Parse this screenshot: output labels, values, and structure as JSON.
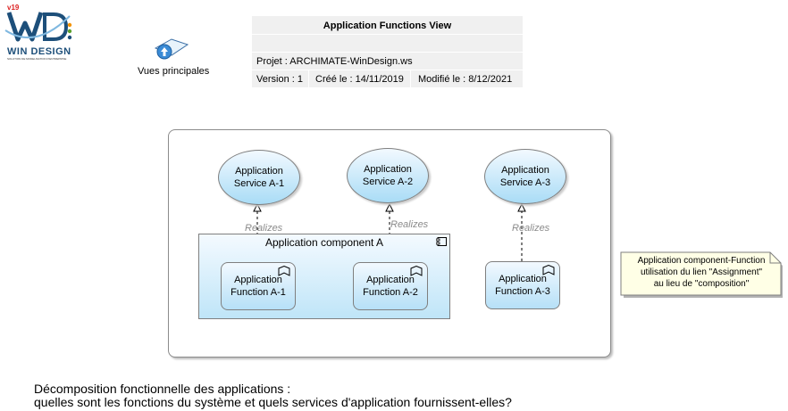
{
  "logo": {
    "version": "v19",
    "brand": "WIN DESIGN",
    "tagline": "SOLUTION DE MODELISATION D'ENTREPRISE",
    "colors": {
      "blue": "#1d4f7a",
      "accent": "#f39200"
    }
  },
  "shortcut": {
    "label": "Vues principales",
    "icon": "diagram-shortcut-icon"
  },
  "header": {
    "title": "Application Functions View",
    "project": "Projet : ARCHIMATE-WinDesign.ws",
    "version": "Version : 1",
    "created": "Créé le : 14/11/2019",
    "modified": "Modifié le : 8/12/2021"
  },
  "diagram": {
    "services": [
      {
        "line1": "Application",
        "line2": "Service A-1"
      },
      {
        "line1": "Application",
        "line2": "Service A-2"
      },
      {
        "line1": "Application",
        "line2": "Service A-3"
      }
    ],
    "component": {
      "label": "Application component A"
    },
    "functions": [
      {
        "line1": "Application",
        "line2": "Function A-1"
      },
      {
        "line1": "Application",
        "line2": "Function A-2"
      },
      {
        "line1": "Application",
        "line2": "Function A-3"
      }
    ],
    "relation_label": "Realizes",
    "note": {
      "line1": "Application component-Function",
      "line2": "utilisation du lien  \"Assignment\"",
      "line3": "au lieu de \"composition\""
    }
  },
  "footer": {
    "line1": "Décomposition fonctionnelle des applications :",
    "line2": "quelles sont les fonctions du système et quels services d'application fournissent-elles?"
  }
}
